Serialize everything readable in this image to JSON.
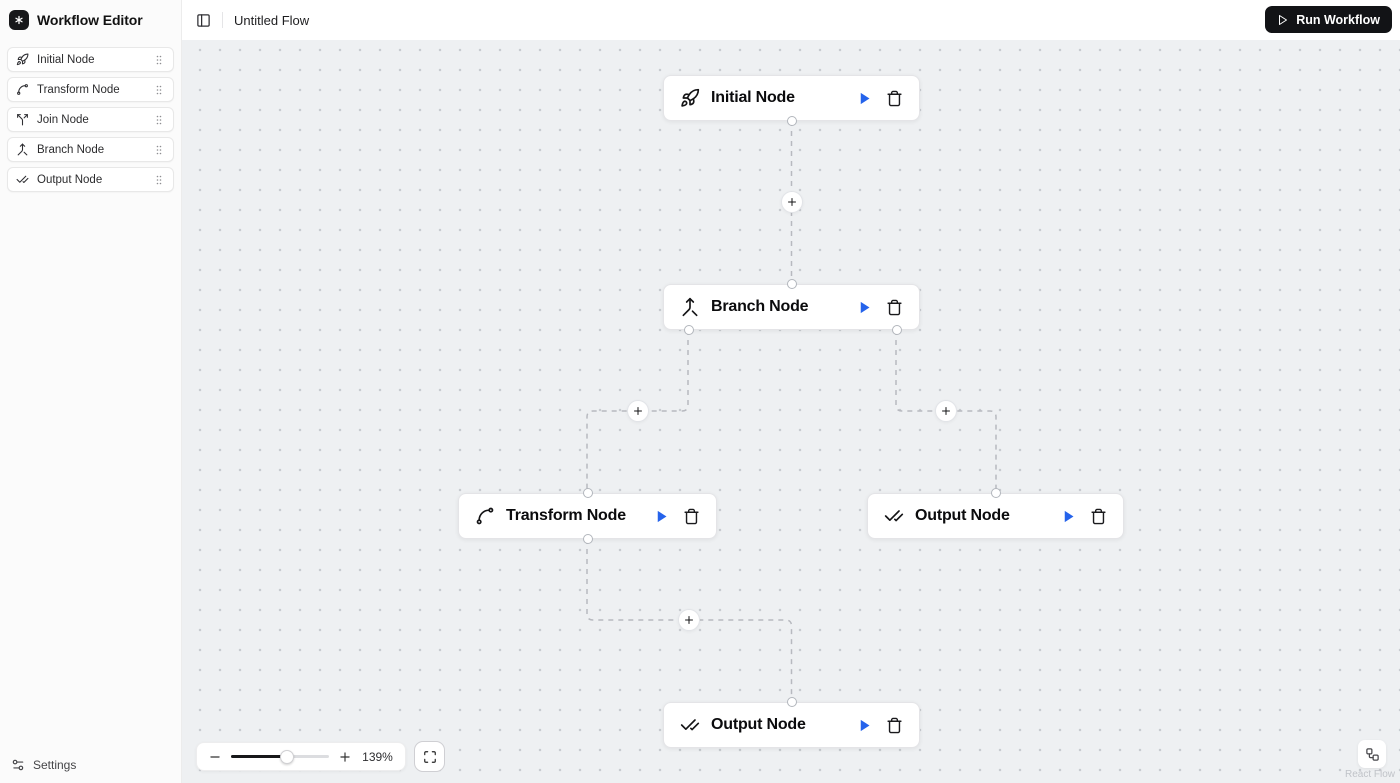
{
  "app": {
    "title": "Workflow Editor"
  },
  "sidebar": {
    "items": [
      {
        "label": "Initial Node",
        "icon": "rocket-icon"
      },
      {
        "label": "Transform Node",
        "icon": "spline-icon"
      },
      {
        "label": "Join Node",
        "icon": "split-icon"
      },
      {
        "label": "Branch Node",
        "icon": "merge-icon"
      },
      {
        "label": "Output Node",
        "icon": "check-check-icon"
      }
    ],
    "settings_label": "Settings"
  },
  "header": {
    "flow_name": "Untitled Flow",
    "run_button_label": "Run Workflow"
  },
  "canvas": {
    "nodes": [
      {
        "title": "Initial Node",
        "icon": "rocket-icon"
      },
      {
        "title": "Branch Node",
        "icon": "merge-icon"
      },
      {
        "title": "Transform Node",
        "icon": "spline-icon"
      },
      {
        "title": "Output Node",
        "icon": "check-check-icon"
      },
      {
        "title": "Output Node",
        "icon": "check-check-icon"
      }
    ]
  },
  "controls": {
    "zoom_level": "139%"
  },
  "attribution": {
    "label": "React Flow"
  },
  "colors": {
    "accent_blue": "#2563eb",
    "run_button_bg": "#121316",
    "canvas_bg": "#eef0f2",
    "edge": "#b7b9bf",
    "node_border": "#e4e4e7"
  }
}
